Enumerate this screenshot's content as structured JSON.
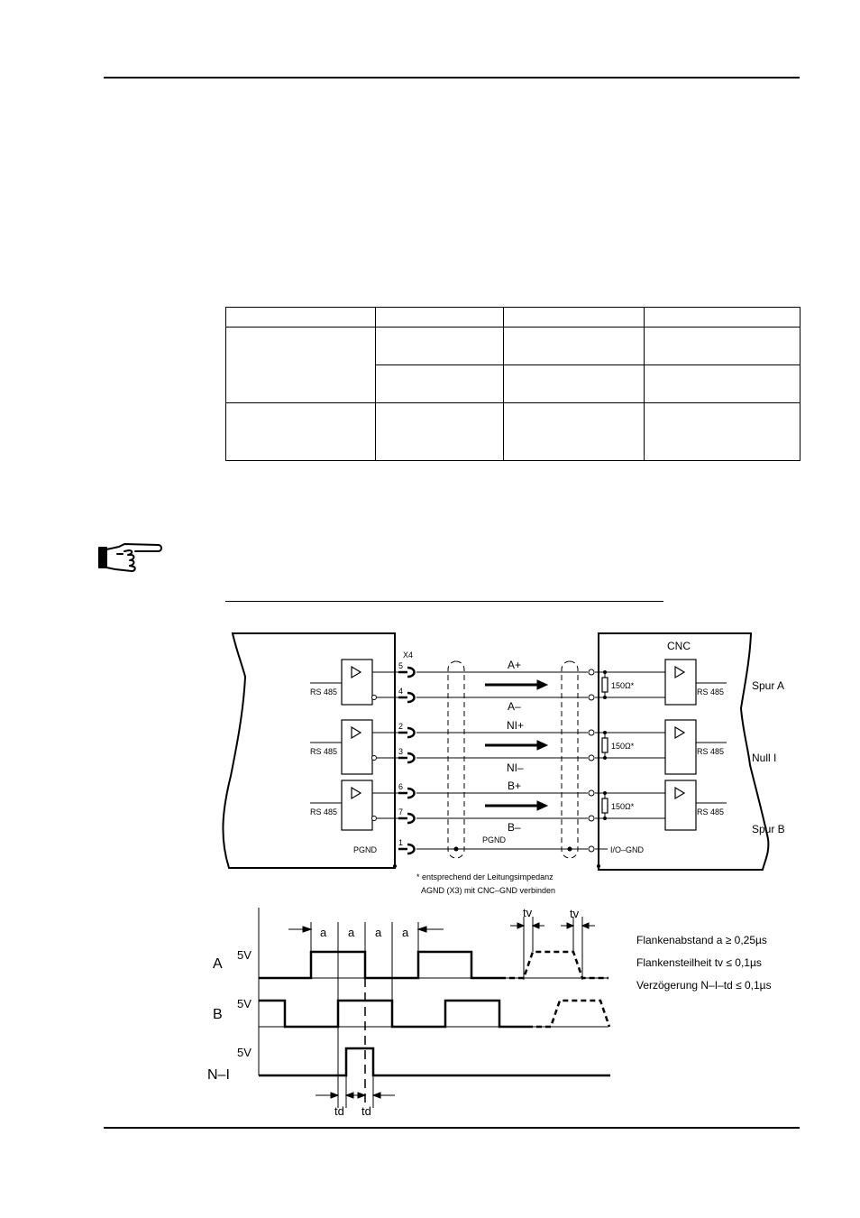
{
  "table": {
    "rows": [
      [
        "",
        "",
        "",
        ""
      ],
      [
        "",
        "",
        "",
        ""
      ],
      [
        "",
        "",
        ""
      ],
      [
        "",
        "",
        "",
        ""
      ]
    ]
  },
  "icons": {
    "note": "pointing-hand-icon"
  },
  "wiring": {
    "connector": "X4",
    "device_right": "CNC",
    "interface": "RS 485",
    "resistor": "150Ω*",
    "pins": [
      "5",
      "4",
      "2",
      "3",
      "6",
      "7",
      "1"
    ],
    "signals": [
      "A+",
      "A–",
      "NI+",
      "NI–",
      "B+",
      "B–"
    ],
    "pgnd_left": "PGND",
    "pgnd_cable": "PGND",
    "io_gnd": "I/O–GND",
    "tracks": [
      "Spur A",
      "Null I",
      "Spur B"
    ],
    "footnote_1": "* entsprechend der Leitungsimpedanz",
    "footnote_2": "AGND (X3) mit CNC–GND verbinden"
  },
  "timing": {
    "rows": [
      "A",
      "B",
      "N–I"
    ],
    "voltage": "5V",
    "a_label": "a",
    "tv_label": "tv",
    "td_label": "td",
    "specs": [
      "Flankenabstand a ≥ 0,25µs",
      "Flankensteilheit tv ≤ 0,1µs",
      "Verzögerung N–I–td ≤ 0,1µs"
    ]
  }
}
